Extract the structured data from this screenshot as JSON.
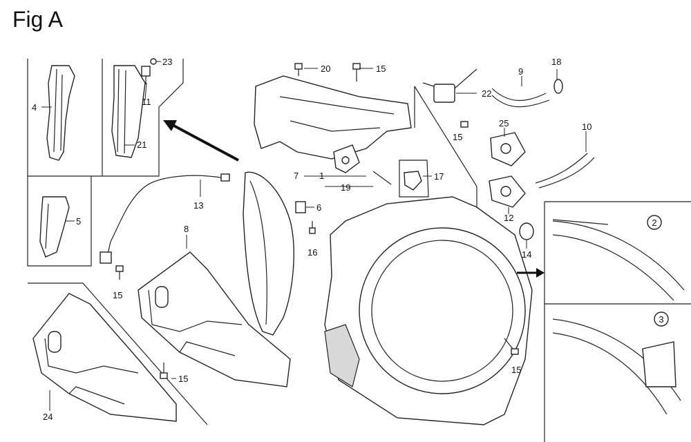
{
  "title": "Fig A",
  "callouts": {
    "c1": "1",
    "c2": "2",
    "c3": "3",
    "c4": "4",
    "c5": "5",
    "c6": "6",
    "c7": "7",
    "c8": "8",
    "c9": "9",
    "c10": "10",
    "c11": "11",
    "c12": "12",
    "c13": "13",
    "c14": "14",
    "c15a": "15",
    "c15b": "15",
    "c15c": "15",
    "c15d": "15",
    "c15e": "15",
    "c16": "16",
    "c17": "17",
    "c18": "18",
    "c19": "19",
    "c20": "20",
    "c21": "21",
    "c22": "22",
    "c23": "23",
    "c24": "24",
    "c25": "25"
  }
}
